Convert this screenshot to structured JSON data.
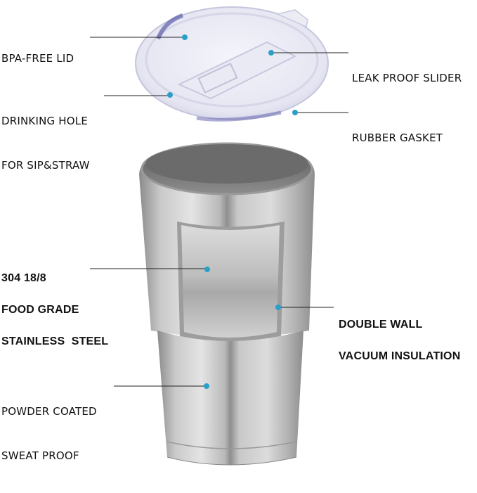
{
  "image": {
    "subject": "Stainless steel tumbler with lid – feature diagram",
    "accent_color": "#2aa0c8",
    "line_color": "#222222",
    "background": "#ffffff"
  },
  "callouts": [
    {
      "id": "bpa-free-lid",
      "lines": [
        "BPA-FREE LID"
      ]
    },
    {
      "id": "drinking-hole",
      "lines": [
        "DRINKING HOLE",
        "FOR SIP&STRAW"
      ]
    },
    {
      "id": "leak-proof-slider",
      "lines": [
        "LEAK PROOF SLIDER"
      ]
    },
    {
      "id": "rubber-gasket",
      "lines": [
        "RUBBER GASKET"
      ]
    },
    {
      "id": "food-grade-steel",
      "lines": [
        "304 18/8",
        "FOOD GRADE",
        "STAINLESS  STEEL"
      ]
    },
    {
      "id": "double-wall",
      "lines": [
        "DOUBLE WALL",
        "VACUUM INSULATION"
      ]
    },
    {
      "id": "powder-coated",
      "lines": [
        "POWDER COATED",
        "SWEAT PROOF"
      ]
    }
  ]
}
